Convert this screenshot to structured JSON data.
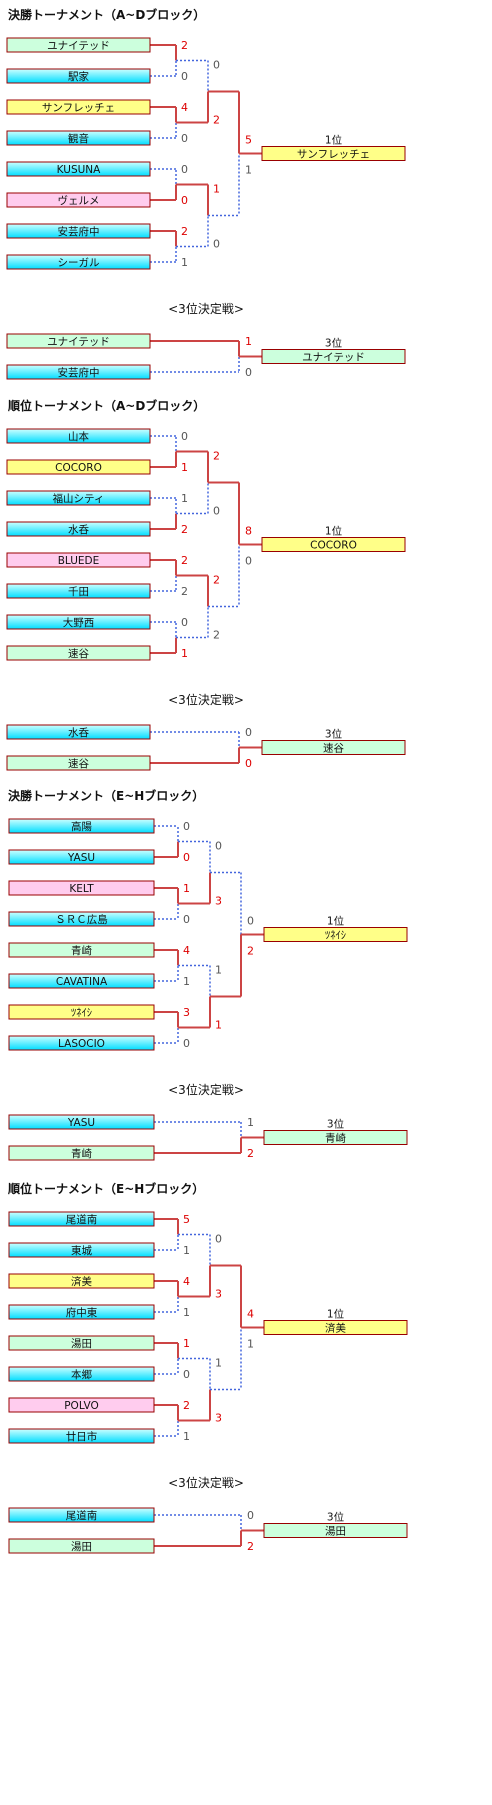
{
  "colors": {
    "cyan_top": "#ccffff",
    "cyan_bottom": "#00ddff",
    "yellow": "#ffff88",
    "pink": "#ffccee",
    "green": "#ccffdd",
    "winner_line": "#cc4444",
    "loser_line": "#4466dd",
    "box_border": "#990000",
    "score_win": "#dd0000",
    "score_lose": "#555555"
  },
  "sections": [
    {
      "title": "決勝トーナメント（A~Dブロック）",
      "teams": [
        {
          "name": "ユナイテッド",
          "color": "green"
        },
        {
          "name": "駅家",
          "color": "cyan"
        },
        {
          "name": "サンフレッチェ",
          "color": "yellow"
        },
        {
          "name": "観音",
          "color": "cyan"
        },
        {
          "name": "KUSUNA",
          "color": "cyan"
        },
        {
          "name": "ヴェルメ",
          "color": "pink"
        },
        {
          "name": "安芸府中",
          "color": "cyan"
        },
        {
          "name": "シーガル",
          "color": "cyan"
        }
      ],
      "r1": [
        {
          "s": [
            "2",
            "0"
          ],
          "w": 0
        },
        {
          "s": [
            "4",
            "0"
          ],
          "w": 0
        },
        {
          "s": [
            "0",
            "0"
          ],
          "w": 1
        },
        {
          "s": [
            "2",
            "1"
          ],
          "w": 0
        }
      ],
      "r2": [
        {
          "s": [
            "0",
            "2"
          ],
          "w": 1
        },
        {
          "s": [
            "1",
            "0"
          ],
          "w": 0
        }
      ],
      "r3": {
        "s": [
          "5",
          "1"
        ],
        "w": 0
      },
      "result": {
        "label": "1位",
        "name": "サンフレッチェ",
        "color": "yellow"
      },
      "third": {
        "title": "<3位決定戦>",
        "teams": [
          {
            "name": "ユナイテッド",
            "color": "green"
          },
          {
            "name": "安芸府中",
            "color": "cyan"
          }
        ],
        "s": [
          "1",
          "0"
        ],
        "w": 0,
        "result": {
          "label": "3位",
          "name": "ユナイテッド",
          "color": "green"
        }
      }
    },
    {
      "title": "順位トーナメント（A~Dブロック）",
      "teams": [
        {
          "name": "山本",
          "color": "cyan"
        },
        {
          "name": "COCORO",
          "color": "yellow"
        },
        {
          "name": "福山シティ",
          "color": "cyan"
        },
        {
          "name": "水呑",
          "color": "cyan"
        },
        {
          "name": "BLUEDE",
          "color": "pink"
        },
        {
          "name": "千田",
          "color": "cyan"
        },
        {
          "name": "大野西",
          "color": "cyan"
        },
        {
          "name": "速谷",
          "color": "green"
        }
      ],
      "r1": [
        {
          "s": [
            "0",
            "1"
          ],
          "w": 1
        },
        {
          "s": [
            "1",
            "2"
          ],
          "w": 1
        },
        {
          "s": [
            "2",
            "2"
          ],
          "w": 0
        },
        {
          "s": [
            "0",
            "1"
          ],
          "w": 1
        }
      ],
      "r2": [
        {
          "s": [
            "2",
            "0"
          ],
          "w": 0
        },
        {
          "s": [
            "2",
            "2"
          ],
          "w": 0
        }
      ],
      "r3": {
        "s": [
          "8",
          "0"
        ],
        "w": 0
      },
      "result": {
        "label": "1位",
        "name": "COCORO",
        "color": "yellow"
      },
      "third": {
        "title": "<3位決定戦>",
        "teams": [
          {
            "name": "水呑",
            "color": "cyan"
          },
          {
            "name": "速谷",
            "color": "green"
          }
        ],
        "s": [
          "0",
          "0"
        ],
        "w": 1,
        "result": {
          "label": "3位",
          "name": "速谷",
          "color": "green"
        }
      }
    },
    {
      "title": "決勝トーナメント（E~Hブロック）",
      "teams": [
        {
          "name": "高陽",
          "color": "cyan"
        },
        {
          "name": "YASU",
          "color": "cyan"
        },
        {
          "name": "KELT",
          "color": "pink"
        },
        {
          "name": "ＳＲＣ広島",
          "color": "cyan"
        },
        {
          "name": "青崎",
          "color": "green"
        },
        {
          "name": "CAVATINA",
          "color": "cyan"
        },
        {
          "name": "ﾂﾈｲｼ",
          "color": "yellow"
        },
        {
          "name": "LASOCIO",
          "color": "cyan"
        }
      ],
      "r1": [
        {
          "s": [
            "0",
            "0"
          ],
          "w": 1
        },
        {
          "s": [
            "1",
            "0"
          ],
          "w": 0
        },
        {
          "s": [
            "4",
            "1"
          ],
          "w": 0
        },
        {
          "s": [
            "3",
            "0"
          ],
          "w": 0
        }
      ],
      "r2": [
        {
          "s": [
            "0",
            "3"
          ],
          "w": 1
        },
        {
          "s": [
            "1",
            "1"
          ],
          "w": 1
        }
      ],
      "r3": {
        "s": [
          "0",
          "2"
        ],
        "w": 1
      },
      "result": {
        "label": "1位",
        "name": "ﾂﾈｲｼ",
        "color": "yellow"
      },
      "third": {
        "title": "<3位決定戦>",
        "teams": [
          {
            "name": "YASU",
            "color": "cyan"
          },
          {
            "name": "青崎",
            "color": "green"
          }
        ],
        "s": [
          "1",
          "2"
        ],
        "w": 1,
        "result": {
          "label": "3位",
          "name": "青崎",
          "color": "green"
        }
      }
    },
    {
      "title": "順位トーナメント（E~Hブロック）",
      "teams": [
        {
          "name": "尾道南",
          "color": "cyan"
        },
        {
          "name": "東城",
          "color": "cyan"
        },
        {
          "name": "済美",
          "color": "yellow"
        },
        {
          "name": "府中東",
          "color": "cyan"
        },
        {
          "name": "湯田",
          "color": "green"
        },
        {
          "name": "本郷",
          "color": "cyan"
        },
        {
          "name": "POLVO",
          "color": "pink"
        },
        {
          "name": "廿日市",
          "color": "cyan"
        }
      ],
      "r1": [
        {
          "s": [
            "5",
            "1"
          ],
          "w": 0
        },
        {
          "s": [
            "4",
            "1"
          ],
          "w": 0
        },
        {
          "s": [
            "1",
            "0"
          ],
          "w": 0
        },
        {
          "s": [
            "2",
            "1"
          ],
          "w": 0
        }
      ],
      "r2": [
        {
          "s": [
            "0",
            "3"
          ],
          "w": 1
        },
        {
          "s": [
            "1",
            "3"
          ],
          "w": 1
        }
      ],
      "r3": {
        "s": [
          "4",
          "1"
        ],
        "w": 0
      },
      "result": {
        "label": "1位",
        "name": "済美",
        "color": "yellow"
      },
      "third": {
        "title": "<3位決定戦>",
        "teams": [
          {
            "name": "尾道南",
            "color": "cyan"
          },
          {
            "name": "湯田",
            "color": "green"
          }
        ],
        "s": [
          "0",
          "2"
        ],
        "w": 1,
        "result": {
          "label": "3位",
          "name": "湯田",
          "color": "green"
        }
      }
    }
  ]
}
